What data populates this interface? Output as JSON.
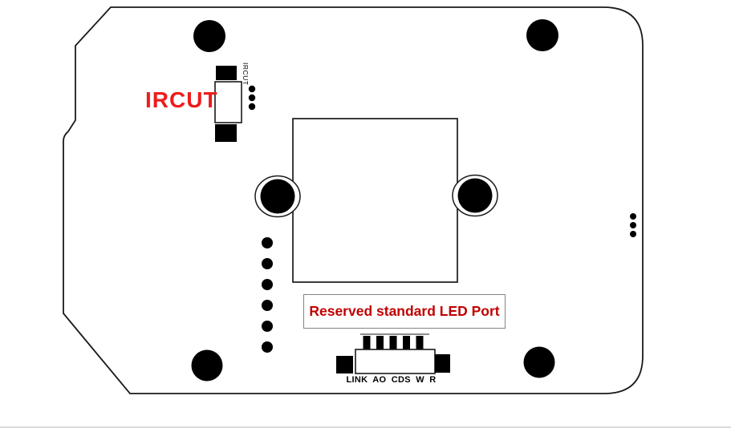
{
  "diagram": {
    "background": "#ffffff",
    "outline_color": "#1a1a1a",
    "labels": {
      "ircut": {
        "text": "IRCUT",
        "color": "#ee1c1c"
      },
      "ircut_connector": {
        "text": "IRCUT",
        "color": "#000000"
      },
      "led_port": {
        "text": "Reserved standard LED Port",
        "color": "#c00000"
      },
      "bottom_pins": {
        "text": "LINK AO CDS W R",
        "pins": [
          "LINK",
          "AO",
          "CDS",
          "W",
          "R"
        ],
        "color": "#000000"
      }
    },
    "colors": {
      "hole_fill": "#000000",
      "pad_fill": "#000000",
      "led_box_border": "#848484"
    },
    "counts": {
      "mounting_holes": 4,
      "lens_holes": 2,
      "connector_pins": 5
    }
  }
}
